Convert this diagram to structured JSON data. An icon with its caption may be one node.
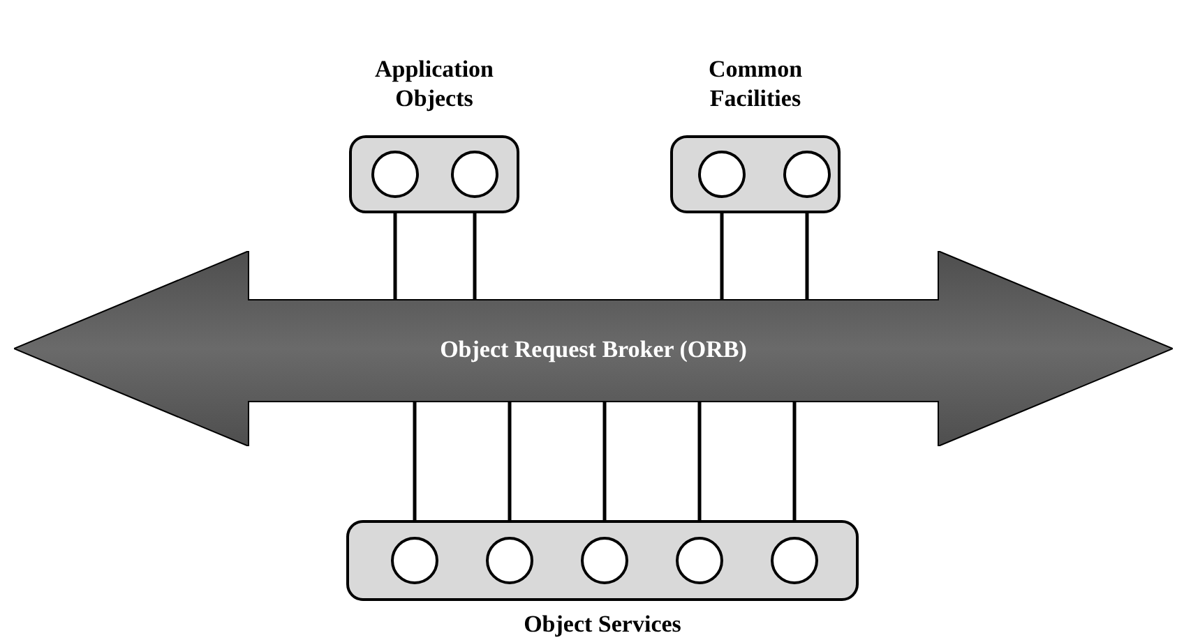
{
  "diagram": {
    "nodes": [
      {
        "text": [
          "Application Objects"
        ]
      },
      {
        "text": [],
        "shape": "circle",
        "in": 0
      },
      {
        "text": [],
        "shape": "circle",
        "in": 0
      },
      {
        "text": [
          "Common Facilities"
        ]
      },
      {
        "text": [],
        "shape": "circle",
        "in": 3
      },
      {
        "text": [],
        "shape": "circle",
        "in": 3
      },
      {
        "text": [
          "Object Request Broker (ORB)"
        ]
      },
      {
        "text": [
          "Object Services"
        ]
      },
      {
        "text": [],
        "shape": "circle",
        "in": 7
      },
      {
        "text": [],
        "shape": "circle",
        "in": 7
      },
      {
        "text": [],
        "shape": "circle",
        "in": 7
      },
      {
        "text": [],
        "shape": "circle",
        "in": 7
      },
      {
        "text": [],
        "shape": "circle",
        "in": 7
      }
    ],
    "edges": [
      {
        "from": 1,
        "to": 6,
        "arrow": "none"
      },
      {
        "from": 2,
        "to": 6,
        "arrow": "none"
      },
      {
        "from": 4,
        "to": 6,
        "arrow": "none"
      },
      {
        "from": 5,
        "to": 6,
        "arrow": "none"
      },
      {
        "from": 6,
        "to": 8,
        "arrow": "none"
      },
      {
        "from": 6,
        "to": 9,
        "arrow": "none"
      },
      {
        "from": 6,
        "to": 10,
        "arrow": "none"
      },
      {
        "from": 6,
        "to": 11,
        "arrow": "none"
      },
      {
        "from": 6,
        "to": 12,
        "arrow": "none"
      }
    ]
  }
}
